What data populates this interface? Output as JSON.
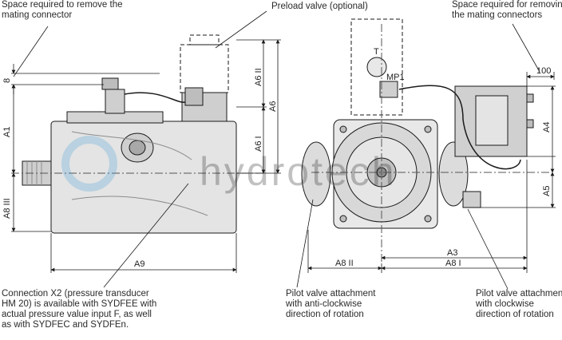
{
  "callouts": {
    "mating_space_left": [
      "Space required to remove the",
      "mating connector"
    ],
    "preload_valve": "Preload valve (optional)",
    "mating_space_right": [
      "Space required for removing",
      "the mating connectors"
    ],
    "connection_x2": [
      "Connection X2 (pressure transducer",
      "HM 20) is available with SYDFEE with",
      " actual pressure value input F, as well",
      "as with SYDFEC and SYDFEn."
    ],
    "pilot_acw": [
      "Pilot valve attachment",
      "with anti-clockwise",
      "direction of rotation"
    ],
    "pilot_cw": [
      "Pilot valve attachment",
      "with clockwise",
      "direction of rotation"
    ]
  },
  "dimensions": {
    "a1": "A1",
    "a2": "8",
    "a6": "A6",
    "a6_1": "A6 I",
    "a6_2": "A6 II",
    "a8_3": "A8 III",
    "a9": "A9",
    "a3": "A3",
    "a8_1": "A8 I",
    "a8_2": "A8 II",
    "a4": "A4",
    "a5": "A5",
    "d100": "100"
  },
  "labels": {
    "port_t": "T",
    "mp1": "MP1"
  },
  "watermark": "hydrotech",
  "colors": {
    "line": "#1a1a1a",
    "body": "#e2e2e2",
    "shade": "#9a9a9a",
    "watermark": "#4aa0d8"
  }
}
